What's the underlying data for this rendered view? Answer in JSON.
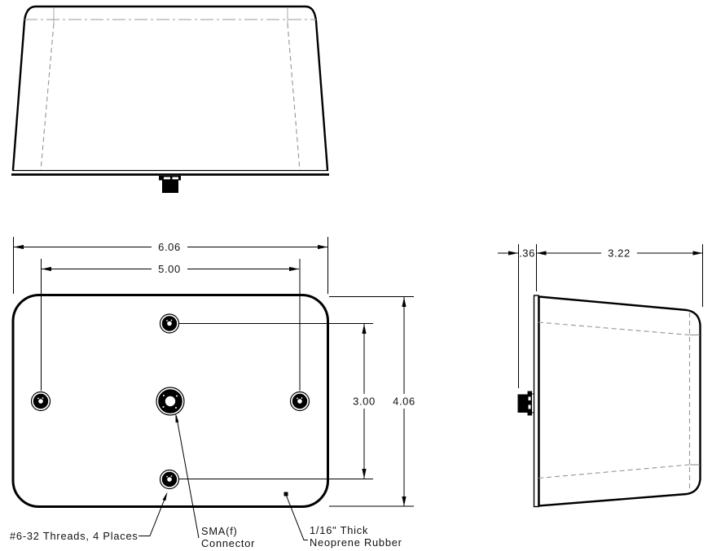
{
  "drawing": {
    "dimensions": {
      "overall_width": "6.06",
      "mount_hole_spacing_width": "5.00",
      "mount_hole_spacing_height": "3.00",
      "overall_height": "4.06",
      "connector_protrusion": ".36",
      "body_depth": "3.22"
    },
    "labels": {
      "threads": "#6-32 Threads, 4 Places",
      "sma_line1": "SMA(f)",
      "sma_line2": "Connector",
      "rubber_line1": "1/16\" Thick",
      "rubber_line2": "Neoprene Rubber"
    },
    "colors": {
      "line": "#000000",
      "hidden_line": "#949494",
      "background": "#ffffff"
    }
  }
}
